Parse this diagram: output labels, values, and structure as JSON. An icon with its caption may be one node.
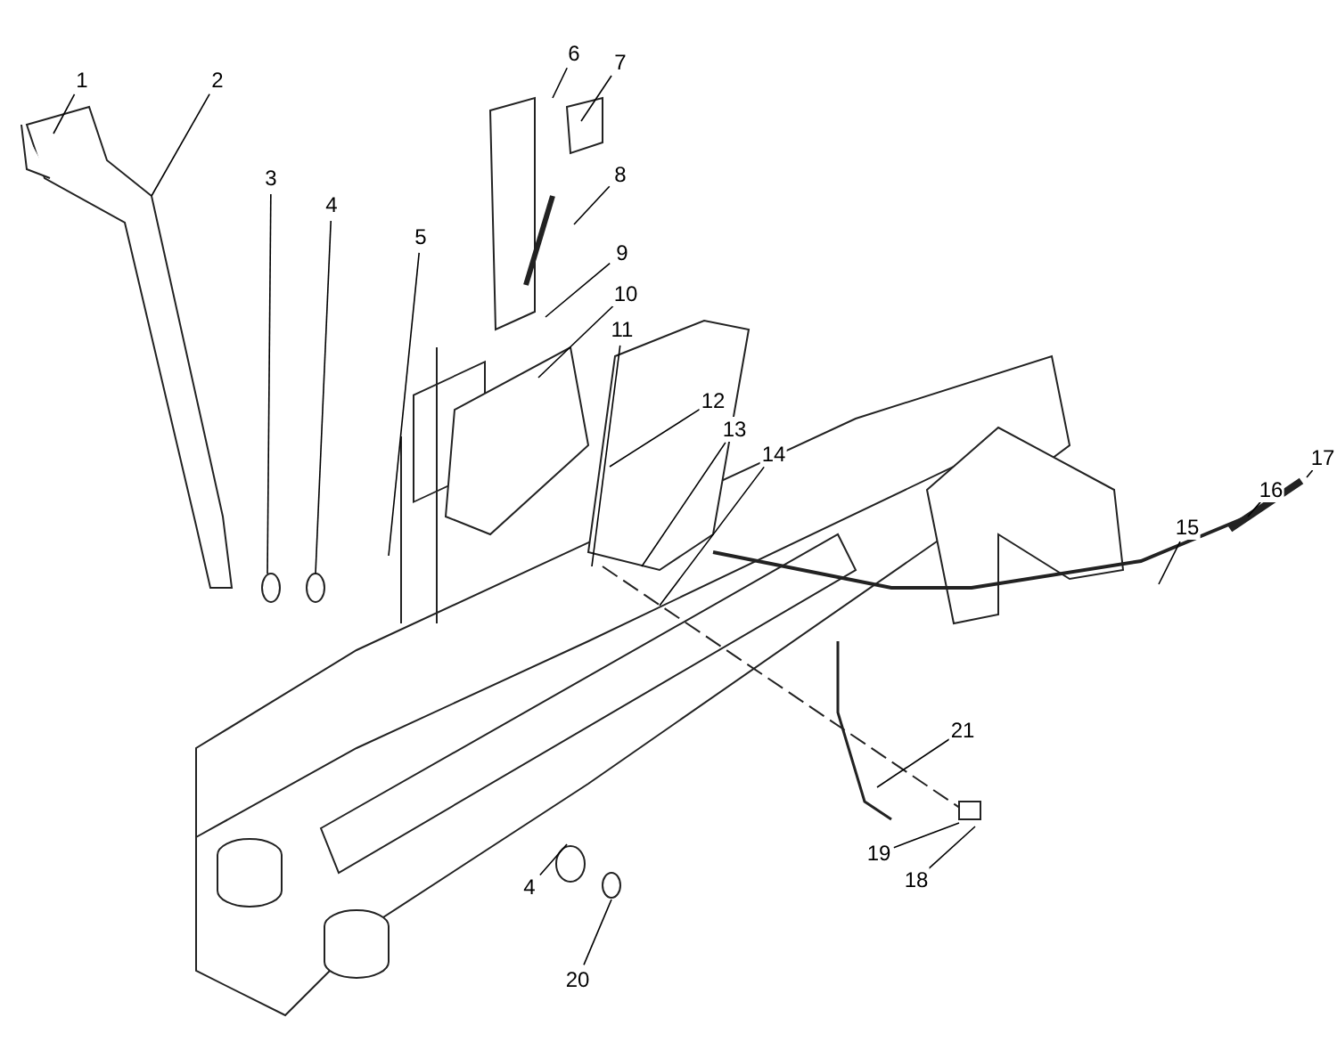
{
  "diagram": {
    "nodes": [
      {
        "text": [
          "1"
        ]
      },
      {
        "text": [
          "2"
        ]
      },
      {
        "text": [
          "3"
        ]
      },
      {
        "text": [
          "4"
        ]
      },
      {
        "text": [
          "5"
        ]
      },
      {
        "text": [
          "6"
        ]
      },
      {
        "text": [
          "7"
        ]
      },
      {
        "text": [
          "8"
        ]
      },
      {
        "text": [
          "9"
        ]
      },
      {
        "text": [
          "10"
        ]
      },
      {
        "text": [
          "11"
        ]
      },
      {
        "text": [
          "12"
        ]
      },
      {
        "text": [
          "13"
        ]
      },
      {
        "text": [
          "14"
        ]
      },
      {
        "text": [
          "15"
        ]
      },
      {
        "text": [
          "16"
        ]
      },
      {
        "text": [
          "17"
        ]
      },
      {
        "text": [
          "21"
        ]
      },
      {
        "text": [
          "19"
        ]
      },
      {
        "text": [
          "18"
        ]
      },
      {
        "text": [
          "4"
        ]
      },
      {
        "text": [
          "20"
        ]
      }
    ],
    "edges": [
      {
        "from": 0,
        "to": null,
        "arrow": "none"
      },
      {
        "from": 1,
        "to": null,
        "arrow": "none"
      },
      {
        "from": 2,
        "to": null,
        "arrow": "none"
      },
      {
        "from": 3,
        "to": null,
        "arrow": "none"
      },
      {
        "from": 4,
        "to": null,
        "arrow": "none"
      },
      {
        "from": 5,
        "to": null,
        "arrow": "none"
      },
      {
        "from": 6,
        "to": null,
        "arrow": "none"
      },
      {
        "from": 7,
        "to": null,
        "arrow": "none"
      },
      {
        "from": 8,
        "to": null,
        "arrow": "none"
      },
      {
        "from": 9,
        "to": null,
        "arrow": "none"
      },
      {
        "from": 10,
        "to": null,
        "arrow": "none"
      },
      {
        "from": 11,
        "to": null,
        "arrow": "none"
      },
      {
        "from": 12,
        "to": null,
        "arrow": "none"
      },
      {
        "from": 13,
        "to": null,
        "arrow": "none"
      },
      {
        "from": 14,
        "to": null,
        "arrow": "none"
      },
      {
        "from": 15,
        "to": null,
        "arrow": "none"
      },
      {
        "from": 16,
        "to": null,
        "arrow": "none"
      },
      {
        "from": 17,
        "to": null,
        "arrow": "none"
      },
      {
        "from": 18,
        "to": null,
        "arrow": "none"
      },
      {
        "from": 19,
        "to": null,
        "arrow": "none"
      },
      {
        "from": 20,
        "to": null,
        "arrow": "none"
      },
      {
        "from": 21,
        "to": null,
        "arrow": "none"
      }
    ]
  }
}
